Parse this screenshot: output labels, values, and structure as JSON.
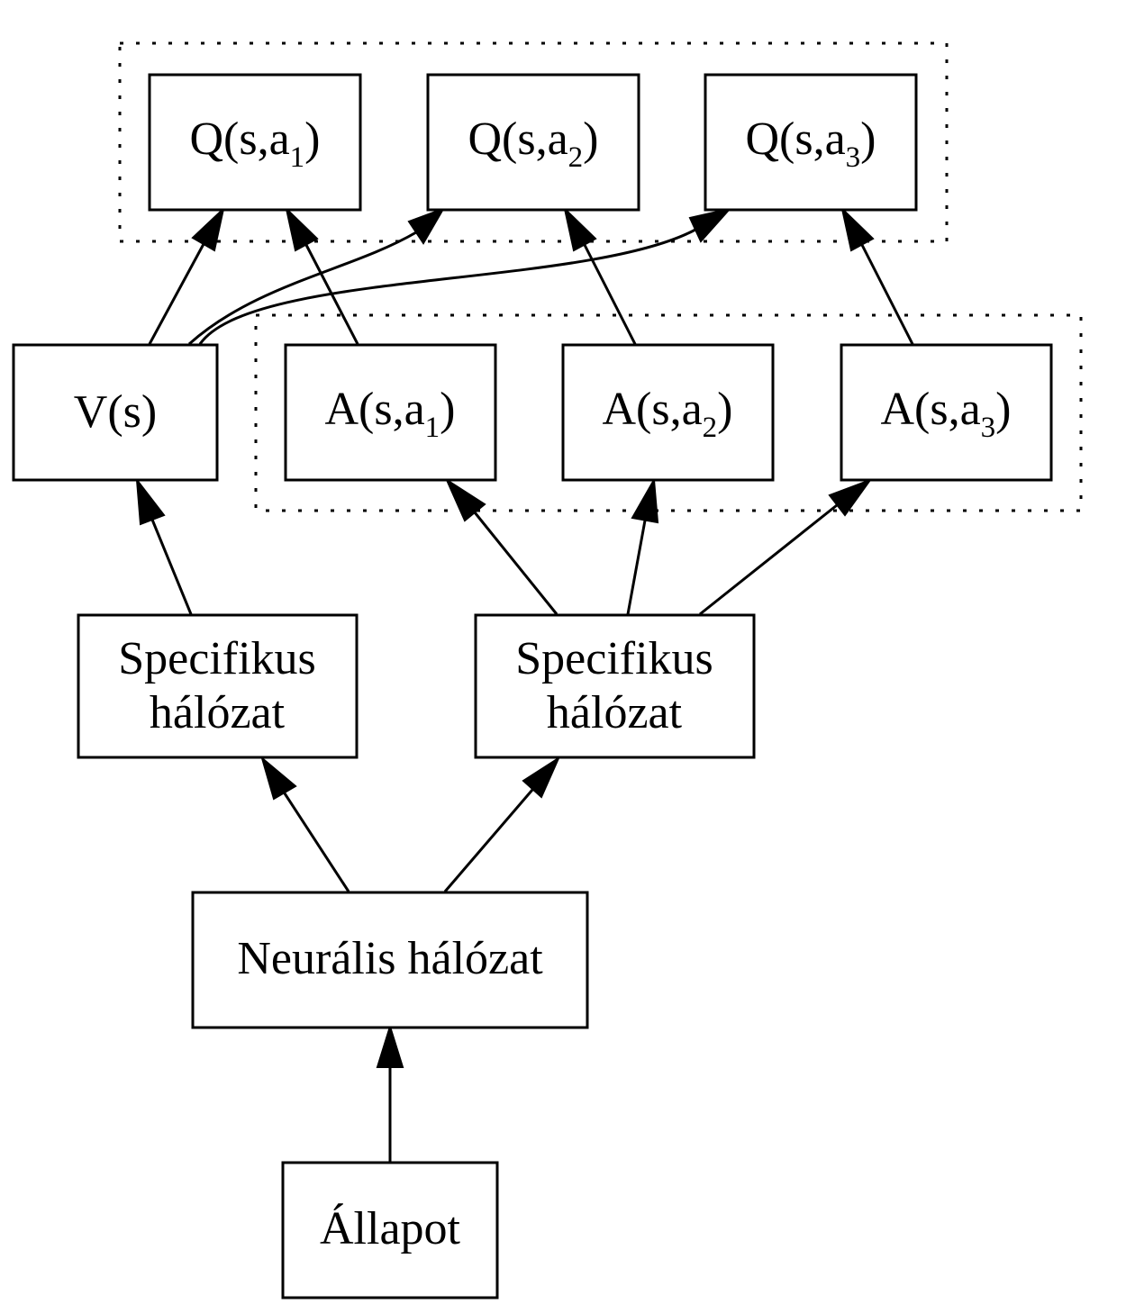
{
  "nodes": {
    "q1": {
      "func": "Q(s,a",
      "sub": "1",
      "close": ")"
    },
    "q2": {
      "func": "Q(s,a",
      "sub": "2",
      "close": ")"
    },
    "q3": {
      "func": "Q(s,a",
      "sub": "3",
      "close": ")"
    },
    "v": {
      "text": "V(s)"
    },
    "a1": {
      "func": "A(s,a",
      "sub": "1",
      "close": ")"
    },
    "a2": {
      "func": "A(s,a",
      "sub": "2",
      "close": ")"
    },
    "a3": {
      "func": "A(s,a",
      "sub": "3",
      "close": ")"
    },
    "spec_left": {
      "line1": "Specifikus",
      "line2": "hálózat"
    },
    "spec_right": {
      "line1": "Specifikus",
      "line2": "hálózat"
    },
    "neural": {
      "text": "Neurális hálózat"
    },
    "state": {
      "text": "Állapot"
    }
  },
  "edges": [
    {
      "from": "state",
      "to": "neural"
    },
    {
      "from": "neural",
      "to": "spec_left"
    },
    {
      "from": "neural",
      "to": "spec_right"
    },
    {
      "from": "spec_left",
      "to": "v"
    },
    {
      "from": "spec_right",
      "to": "a1"
    },
    {
      "from": "spec_right",
      "to": "a2"
    },
    {
      "from": "spec_right",
      "to": "a3"
    },
    {
      "from": "v",
      "to": "q1"
    },
    {
      "from": "v",
      "to": "q2"
    },
    {
      "from": "v",
      "to": "q3"
    },
    {
      "from": "a1",
      "to": "q1"
    },
    {
      "from": "a2",
      "to": "q2"
    },
    {
      "from": "a3",
      "to": "q3"
    }
  ],
  "groups": [
    {
      "name": "q-values",
      "members": [
        "q1",
        "q2",
        "q3"
      ]
    },
    {
      "name": "advantages",
      "members": [
        "a1",
        "a2",
        "a3"
      ]
    }
  ]
}
